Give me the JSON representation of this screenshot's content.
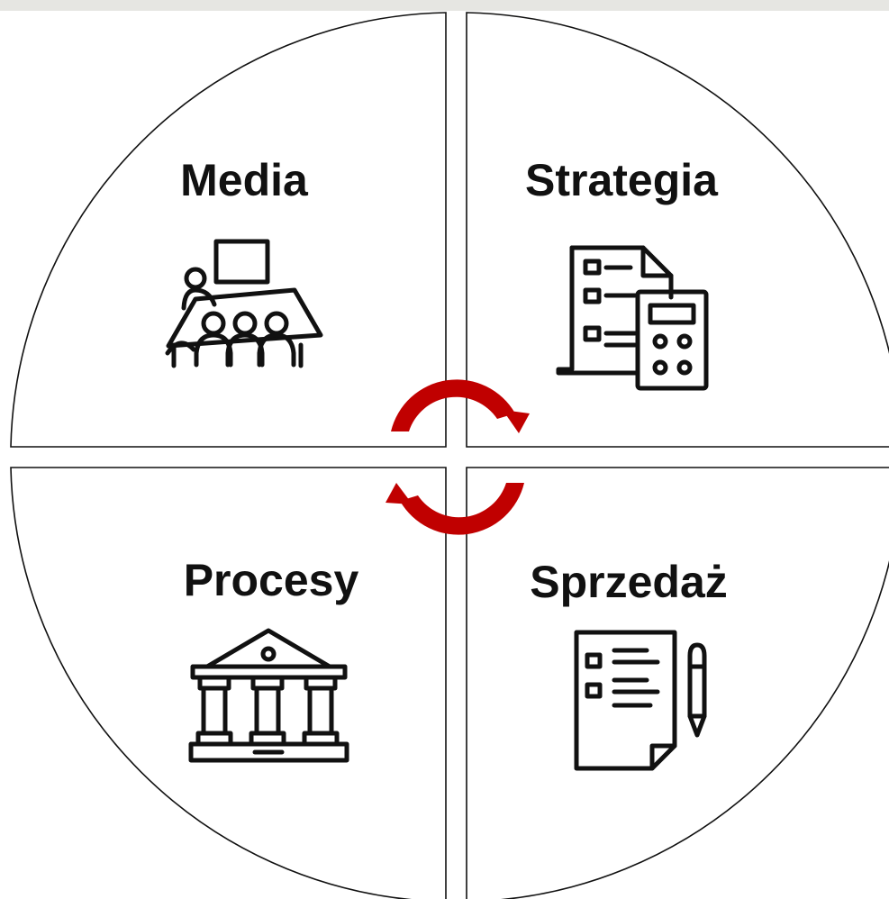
{
  "diagram": {
    "quadrants": [
      {
        "label": "Media",
        "icon": "presentation-audience-icon"
      },
      {
        "label": "Strategia",
        "icon": "document-calculator-icon"
      },
      {
        "label": "Procesy",
        "icon": "institution-building-icon"
      },
      {
        "label": "Sprzedaż",
        "icon": "form-pencil-icon"
      }
    ],
    "cycle_icon": "circular-arrows-icon",
    "colors": {
      "outline": "#111111",
      "arrows": "#c00000",
      "background": "#ffffff",
      "top_strip": "#e6e6e2"
    }
  }
}
